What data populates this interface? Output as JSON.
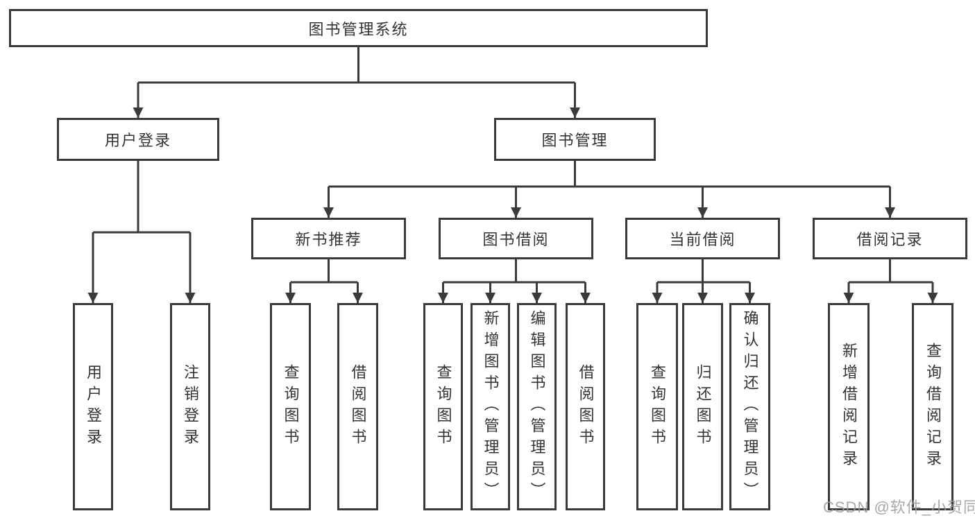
{
  "nodes": {
    "root": "图书管理系统",
    "user_login": {
      "label": "用户登录",
      "children": [
        "用户登录",
        "注销登录"
      ]
    },
    "book_management": {
      "label": "图书管理",
      "sections": [
        {
          "label": "新书推荐",
          "children": [
            "查询图书",
            "借阅图书"
          ]
        },
        {
          "label": "图书借阅",
          "children": [
            "查询图书",
            "新增图书（管理员）",
            "编辑图书（管理员）",
            "借阅图书"
          ]
        },
        {
          "label": "当前借阅",
          "children": [
            "查询图书",
            "归还图书",
            "确认归还（管理员）"
          ]
        },
        {
          "label": "借阅记录",
          "children": [
            "新增借阅记录",
            "查询借阅记录"
          ]
        }
      ]
    }
  },
  "watermark": "CSDN @软件_小贺同学",
  "colors": {
    "line": "#3a3a3a",
    "text": "#333333",
    "background": "#ffffff",
    "watermark": "#9b9ba2"
  }
}
